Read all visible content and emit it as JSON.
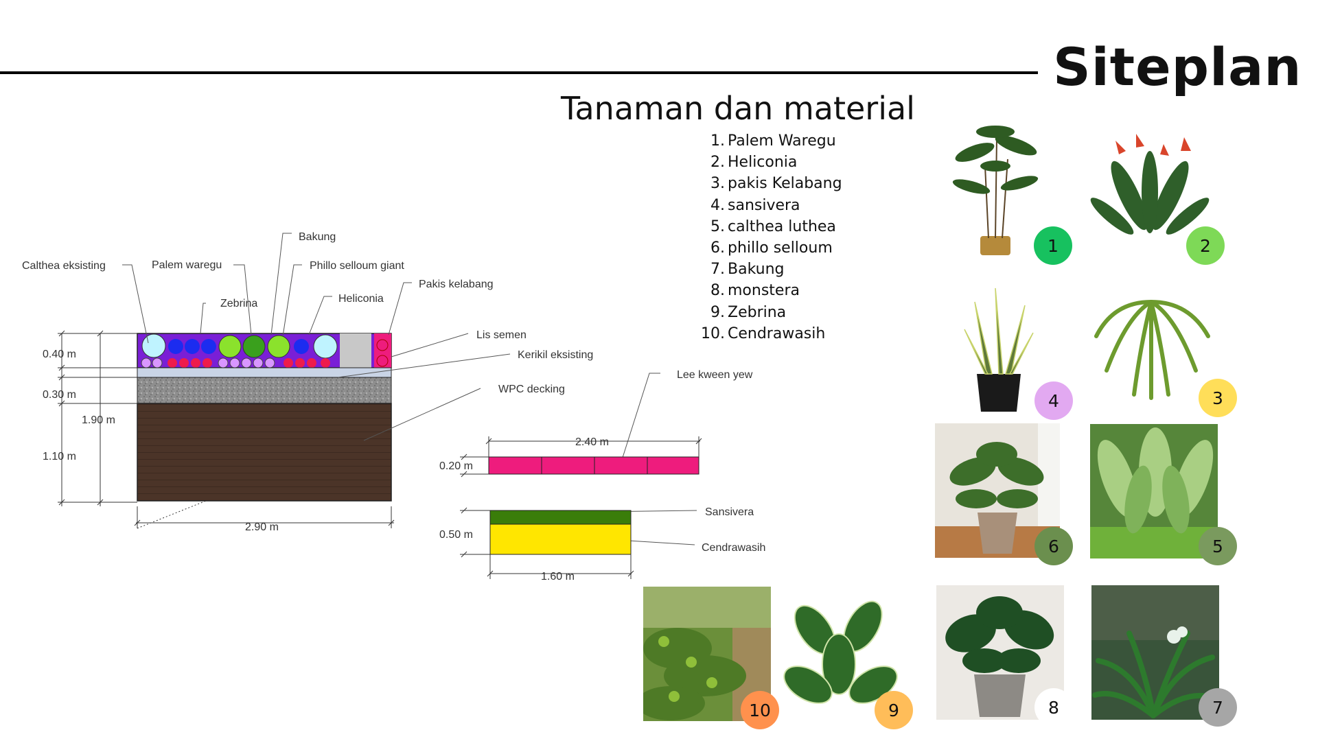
{
  "page": {
    "title": "Siteplan",
    "subtitle": "Tanaman dan material"
  },
  "plant_list": [
    {
      "num": "1.",
      "name": "Palem Waregu"
    },
    {
      "num": "2.",
      "name": "Heliconia"
    },
    {
      "num": "3.",
      "name": "pakis Kelabang"
    },
    {
      "num": "4.",
      "name": "sansivera"
    },
    {
      "num": "5.",
      "name": "calthea luthea"
    },
    {
      "num": "6.",
      "name": "phillo selloum"
    },
    {
      "num": "7.",
      "name": "Bakung"
    },
    {
      "num": "8.",
      "name": "monstera"
    },
    {
      "num": "9.",
      "name": "Zebrina"
    },
    {
      "num": "10.",
      "name": "Cendrawasih"
    }
  ],
  "section_labels": {
    "calthea": "Calthea eksisting",
    "palem": "Palem waregu",
    "bakung": "Bakung",
    "zebrina": "Zebrina",
    "phillo": "Phillo selloum giant",
    "heliconia": "Heliconia",
    "pakis": "Pakis kelabang",
    "lis": "Lis semen",
    "kerikil": "Kerikil eksisting",
    "wpc": "WPC decking",
    "lee": "Lee kween yew",
    "sansivera": "Sansivera",
    "cendrawasih": "Cendrawasih"
  },
  "dimensions": {
    "d040": "0.40 m",
    "d030": "0.30 m",
    "d190": "1.90 m",
    "d110": "1.10 m",
    "d290": "2.90 m",
    "d240": "2.40 m",
    "d020": "0.20 m",
    "d050": "0.50 m",
    "d160": "1.60 m"
  },
  "badges": [
    {
      "label": "1",
      "color": "#17c15f"
    },
    {
      "label": "2",
      "color": "#7ed957"
    },
    {
      "label": "3",
      "color": "#ffde59"
    },
    {
      "label": "4",
      "color": "#e2a9f1"
    },
    {
      "label": "5",
      "color": "#7a9a5e"
    },
    {
      "label": "6",
      "color": "#6b8f4e"
    },
    {
      "label": "7",
      "color": "#a6a6a6"
    },
    {
      "label": "8",
      "color": "#ffffff"
    },
    {
      "label": "9",
      "color": "#ffbd59"
    },
    {
      "label": "10",
      "color": "#ff914d"
    }
  ],
  "colors": {
    "planter_fill": "#7a1fd6",
    "wpc_fill": "#4b3428",
    "gravel_fill": "#8c8c8c",
    "lis_fill": "#c9d4e6",
    "planter_pink": "#ee1c7d",
    "sansivera_fill": "#3a7d0a",
    "cendrawasih_fill": "#ffe600"
  }
}
